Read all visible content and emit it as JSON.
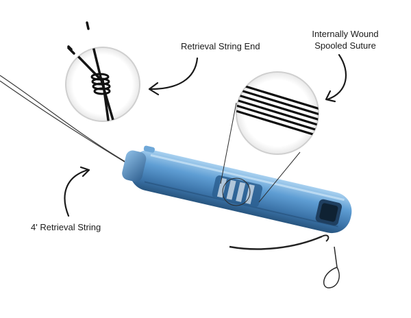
{
  "labels": {
    "retrieval_string_end": "Retrieval String End",
    "suture_line1": "Internally Wound",
    "suture_line2": "Spooled Suture",
    "retrieval_string": "4' Retrieval String"
  },
  "colors": {
    "device_body": "#4f8fc8",
    "device_highlight": "#9cc7ea",
    "device_shadow": "#2f5f8f",
    "string": "#2a2a2a",
    "background": "#ffffff"
  },
  "icons": {
    "arrow": "curved-arrow-icon"
  }
}
